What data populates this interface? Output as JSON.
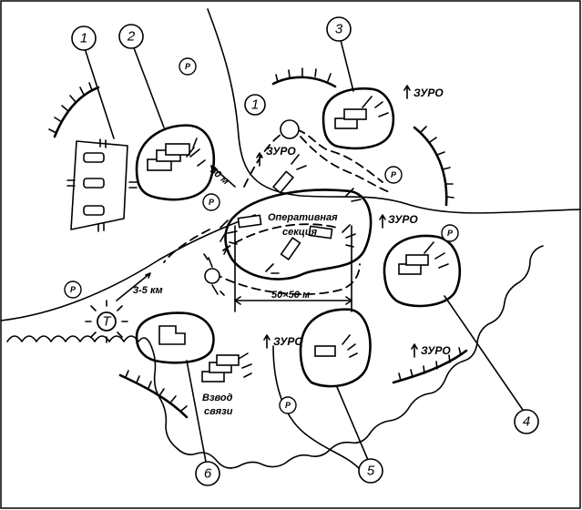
{
  "callouts": [
    "1",
    "2",
    "3",
    "4",
    "5",
    "6"
  ],
  "p_label": "Р",
  "zuro_label": "ЗУРО",
  "ops_section": [
    "Оперативная",
    "секция"
  ],
  "comms_platoon": [
    "Взвод",
    "связи"
  ],
  "dist_50m": "50 м",
  "dist_3_5km": "3-5 км",
  "dim_50x50": "50×50 м",
  "center_mark": "1",
  "t_mark": "Т"
}
